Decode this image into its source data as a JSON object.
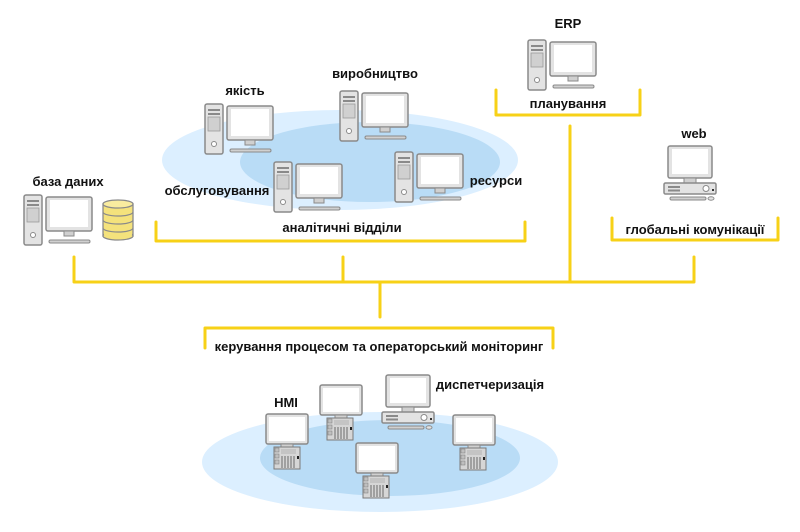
{
  "colors": {
    "bus": "#f7d117",
    "cloud_outer": "#dcefff",
    "cloud_inner": "#b9dcf6",
    "device_body": "#e3e3e3",
    "device_stroke": "#8a8a8a",
    "database": "#f4e27c"
  },
  "labels": {
    "erp": "ERP",
    "planning": "планування",
    "web": "web",
    "global_comm": "глобальні комунікації",
    "database": "база даних",
    "quality": "якість",
    "production": "виробництво",
    "maintenance": "обслуговування",
    "resources": "ресурси",
    "analytics": "аналітичні відділи",
    "process_control": "керування процесом та операторський моніторинг",
    "hmi": "HMI",
    "dispatching": "диспетчеризація"
  },
  "icons": {
    "workstation": "desktop-computer-icon",
    "web_server": "desktop-server-icon",
    "database": "database-icon",
    "hmi_panel": "hmi-panel-icon",
    "plc": "plc-controller-icon"
  }
}
